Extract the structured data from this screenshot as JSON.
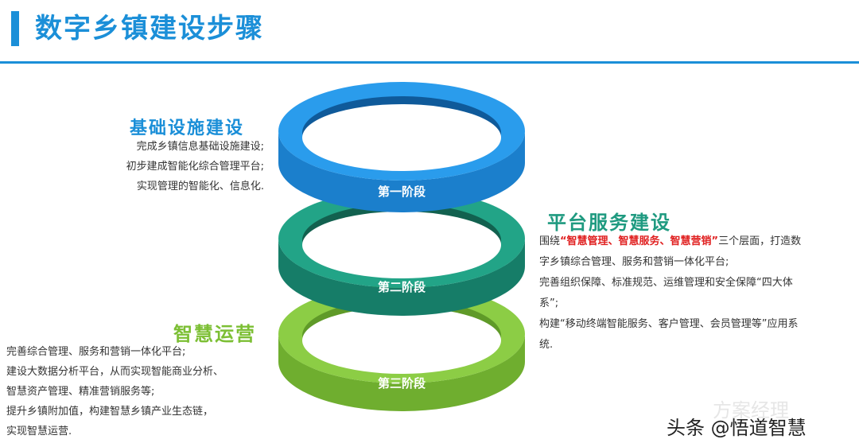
{
  "header": {
    "title": "数字乡镇建设步骤"
  },
  "colors": {
    "accent": "#1b8fd8",
    "stage1": "#2196e6",
    "stage2": "#1f9a80",
    "stage3": "#82c341",
    "title_green": "#7cbf34",
    "highlight": "#e02020"
  },
  "stages": [
    {
      "label": "第一阶段"
    },
    {
      "label": "第二阶段"
    },
    {
      "label": "第三阶段"
    }
  ],
  "sections": {
    "infrastructure": {
      "title": "基础设施建设",
      "lines": [
        "完成乡镇信息基础设施建设;",
        "初步建成智能化综合管理平台;",
        "实现管理的智能化、信息化."
      ]
    },
    "platform": {
      "title": "平台服务建设",
      "line1_prefix": "围绕",
      "line1_highlight": "“智慧管理、智慧服务、智慧营销”",
      "line1_suffix": "三个层面，打造数",
      "lines": [
        "字乡镇综合管理、服务和营销一体化平台;",
        "完善组织保障、标准规范、运维管理和安全保障“四大体",
        "系”;",
        "构建“移动终端智能服务、客户管理、会员管理等”应用系",
        "统."
      ]
    },
    "operation": {
      "title": "智慧运营",
      "lines": [
        "完善综合管理、服务和营销一体化平台;",
        "建设大数据分析平台，从而实现智能商业分析、",
        "智慧资产管理、精准营销服务等;",
        "提升乡镇附加值，构建智慧乡镇产业生态链，",
        "实现智慧运营."
      ]
    }
  },
  "watermark": {
    "faint": "方案经理",
    "text": "头条 @悟道智慧"
  }
}
